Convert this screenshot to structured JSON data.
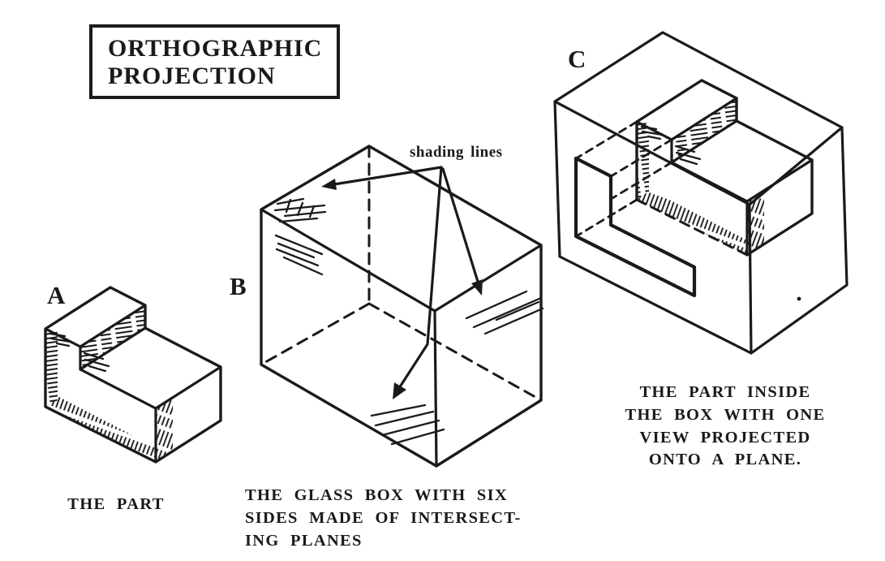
{
  "colors": {
    "ink": "#1a1a1a",
    "paper": "#ffffff"
  },
  "title": {
    "line1": "ORTHOGRAPHIC",
    "line2": "PROJECTION"
  },
  "annotation": {
    "shading_label": "shading lines"
  },
  "figures": {
    "a": {
      "label": "A",
      "caption": "THE PART"
    },
    "b": {
      "label": "B",
      "caption_line1": "THE GLASS BOX WITH SIX",
      "caption_line2": "SIDES MADE OF INTERSECT-",
      "caption_line3": "ING PLANES"
    },
    "c": {
      "label": "C",
      "caption_line1": "THE PART INSIDE",
      "caption_line2": "THE BOX WITH ONE",
      "caption_line3": "VIEW PROJECTED",
      "caption_line4": "ONTO A PLANE."
    }
  }
}
